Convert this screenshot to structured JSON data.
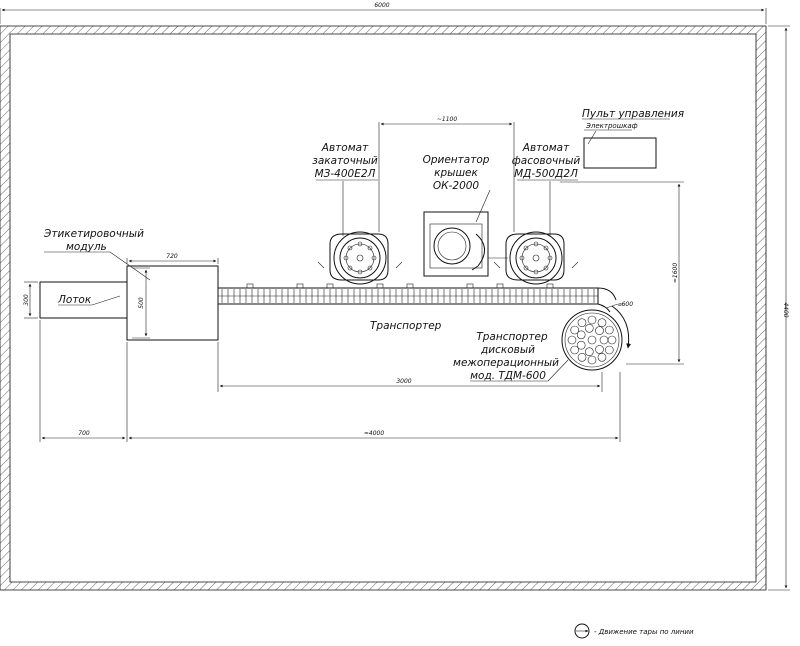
{
  "dimensions": {
    "overall_width": "6000",
    "overall_height": "4400",
    "spacing_top": "~1100",
    "labeler_width": "720",
    "chute_height": "300",
    "labeler_height": "500",
    "conveyor_length": "3000",
    "chute_length": "700",
    "line_length": "≈4000",
    "vertical_span": "≈1600",
    "disk_diameter": "⌀600"
  },
  "labels": {
    "control_panel": "Пульт управления",
    "electrical_cabinet": "Электрошкаф",
    "capper": [
      "Автомат",
      "закаточный",
      "МЗ-400Е2Л"
    ],
    "cap_orienter": [
      "Ориентатор",
      "крышек",
      "ОК-2000"
    ],
    "filler": [
      "Автомат",
      "фасовочный",
      "МД-500Д2Л"
    ],
    "labeler": [
      "Этикетировочный",
      "модуль"
    ],
    "chute": "Лоток",
    "conveyor": "Транспортер",
    "disk_conveyor": [
      "Транспортер",
      "дисковый",
      "межоперационный",
      "мод. ТДМ-600"
    ]
  },
  "legend": {
    "text": "- Движение тары по линии"
  }
}
